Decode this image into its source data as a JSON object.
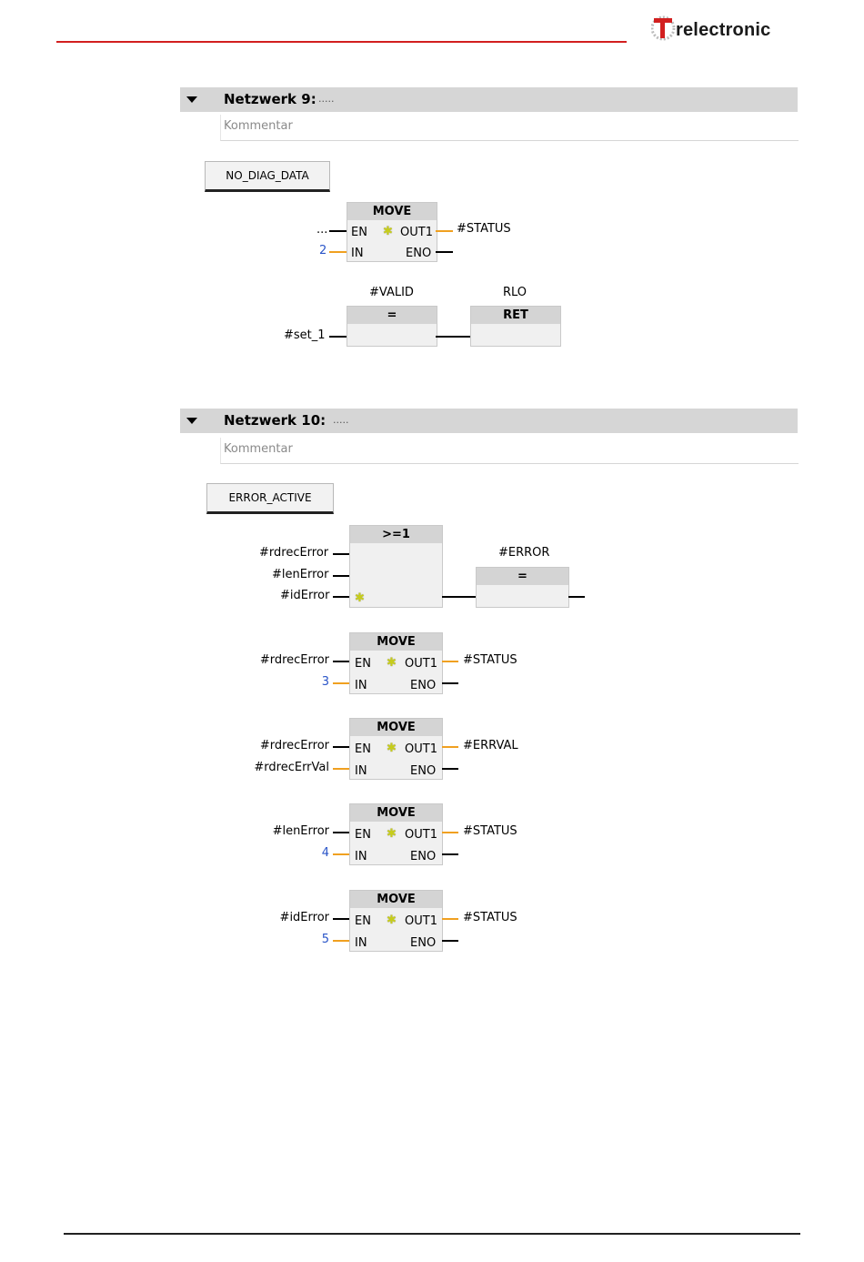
{
  "header": {
    "logo_text": "relectronic",
    "accent_color": "#d21f1f"
  },
  "networks": [
    {
      "title": "Netzwerk 9:",
      "dots": ".....",
      "comment": "Kommentar",
      "label": "NO_DIAG_DATA",
      "move": {
        "title": "MOVE",
        "en_input": "...",
        "in_value": "2",
        "out1": "#STATUS",
        "pins": {
          "en": "EN",
          "in": "IN",
          "out1": "OUT1",
          "eno": "ENO"
        }
      },
      "assign": {
        "title": "=",
        "operand": "#VALID",
        "input": "#set_1"
      },
      "ret": {
        "title": "RET",
        "operand": "RLO"
      }
    },
    {
      "title": "Netzwerk 10:",
      "dots": ".....",
      "comment": "Kommentar",
      "label": "ERROR_ACTIVE",
      "or_block": {
        "title": ">=1",
        "inputs": [
          "#rdrecError",
          "#lenError",
          "#idError"
        ]
      },
      "assign": {
        "title": "=",
        "operand": "#ERROR"
      },
      "moves": [
        {
          "title": "MOVE",
          "en_input": "#rdrecError",
          "in_value": "3",
          "out1": "#STATUS"
        },
        {
          "title": "MOVE",
          "en_input": "#rdrecError",
          "in_value": "#rdrecErrVal",
          "out1": "#ERRVAL"
        },
        {
          "title": "MOVE",
          "en_input": "#lenError",
          "in_value": "4",
          "out1": "#STATUS"
        },
        {
          "title": "MOVE",
          "en_input": "#idError",
          "in_value": "5",
          "out1": "#STATUS"
        }
      ],
      "pins": {
        "en": "EN",
        "in": "IN",
        "out1": "OUT1",
        "eno": "ENO"
      }
    }
  ]
}
